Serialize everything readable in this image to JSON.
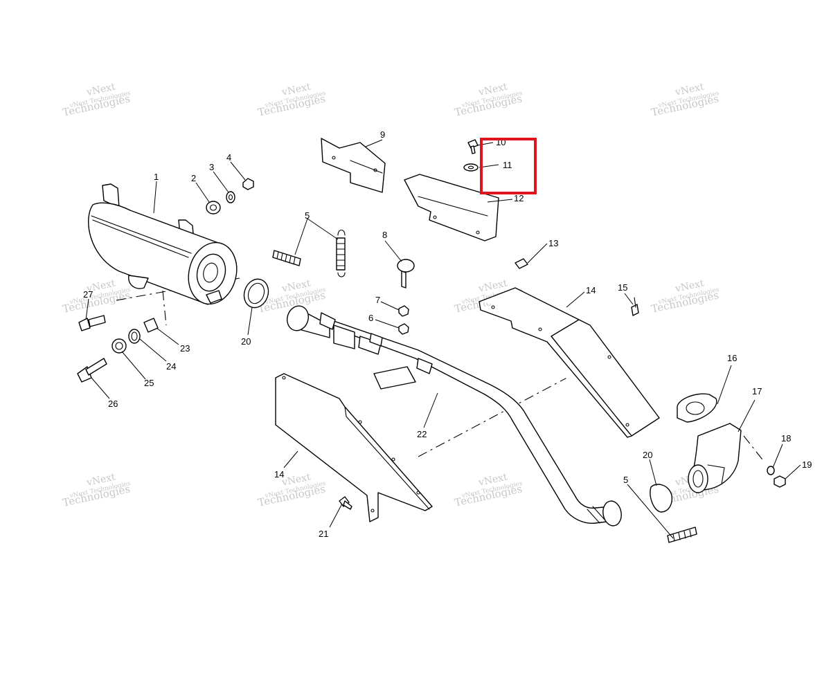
{
  "diagram": {
    "callouts": {
      "p1": "1",
      "p2": "2",
      "p3": "3",
      "p4": "4",
      "p5a": "5",
      "p5b": "5",
      "p6": "6",
      "p7": "7",
      "p8": "8",
      "p9": "9",
      "p10": "10",
      "p11": "11",
      "p12": "12",
      "p13": "13",
      "p14a": "14",
      "p14b": "14",
      "p15": "15",
      "p16": "16",
      "p17": "17",
      "p18": "18",
      "p19": "19",
      "p20a": "20",
      "p20b": "20",
      "p21": "21",
      "p22": "22",
      "p23": "23",
      "p24": "24",
      "p25": "25",
      "p26": "26",
      "p27": "27"
    },
    "watermark": {
      "line1": "vNext",
      "line2": "vNext Technologies",
      "line3": "Technologies"
    },
    "highlight_color": "#e0141e"
  }
}
